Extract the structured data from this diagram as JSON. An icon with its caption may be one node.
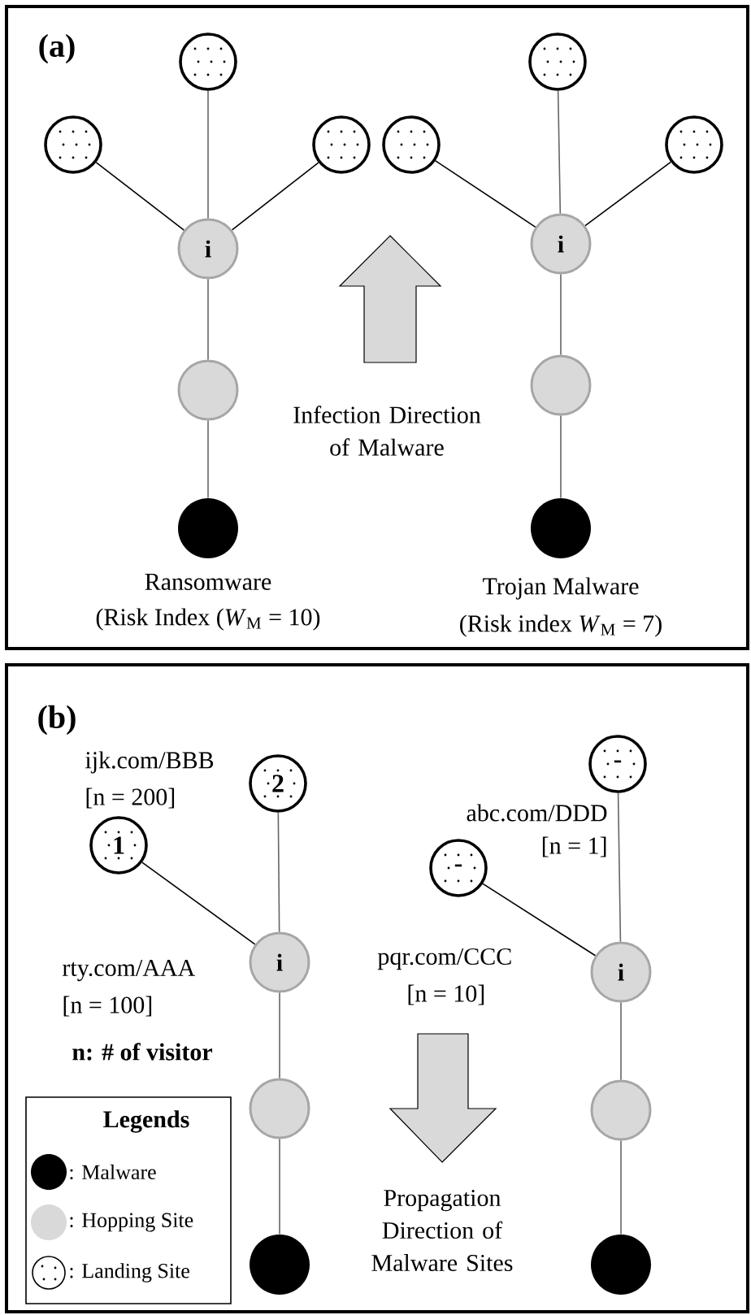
{
  "diagram": {
    "nodes": [
      {
        "text": [
          "(a)"
        ]
      },
      {
        "text": [],
        "shape": "circle",
        "in": 0
      },
      {
        "text": [],
        "shape": "circle",
        "in": 0
      },
      {
        "text": [],
        "shape": "circle",
        "in": 0
      },
      {
        "text": [],
        "shape": "circle",
        "in": 0
      },
      {
        "text": [],
        "shape": "circle",
        "in": 0
      },
      {
        "text": [],
        "shape": "circle",
        "in": 0
      },
      {
        "text": [
          "i"
        ],
        "in": 0
      },
      {
        "text": [
          "i"
        ],
        "in": 0
      },
      {
        "text": [],
        "shape": "circle",
        "in": 0
      },
      {
        "text": [],
        "shape": "circle",
        "in": 0
      },
      {
        "text": [],
        "shape": "circle",
        "in": 0,
        "beside": [
          "Ransomware",
          "(Risk Index (*W*$_{M}$ = 10)"
        ]
      },
      {
        "text": [],
        "shape": "circle",
        "in": 0,
        "beside": [
          "Trojan Malware",
          "(Risk index *W*$_{M}$ = 7)"
        ]
      },
      {
        "text": [
          "(b)"
        ]
      },
      {
        "text": [
          "-"
        ],
        "in": 13,
        "beside": [
          "abc.com/DDD",
          "[n = 1]"
        ]
      },
      {
        "text": [
          "2"
        ],
        "in": 13,
        "beside": [
          "ijk.com/BBB",
          "[n = 200]"
        ]
      },
      {
        "text": [
          "1"
        ],
        "in": 13
      },
      {
        "text": [
          "-"
        ],
        "in": 13,
        "beside": [
          "pqr.com/CCC",
          "[n = 10]"
        ]
      },
      {
        "text": [
          "i"
        ],
        "in": 13,
        "beside": [
          "rty.com/AAA",
          "[n = 100]"
        ]
      },
      {
        "text": [
          "i"
        ],
        "in": 13
      },
      {
        "text": [],
        "shape": "circle",
        "in": 13
      },
      {
        "text": [],
        "shape": "circle",
        "in": 13
      },
      {
        "text": [],
        "shape": "circle",
        "in": 13
      },
      {
        "text": [],
        "shape": "circle",
        "in": 13
      }
    ],
    "edges": [
      {
        "from": 1,
        "to": 7,
        "arrow": "none"
      },
      {
        "from": 3,
        "to": 7,
        "arrow": "none",
        "color": "#000000"
      },
      {
        "from": 4,
        "to": 7,
        "arrow": "none",
        "color": "#000000"
      },
      {
        "from": 7,
        "to": 9,
        "arrow": "none"
      },
      {
        "from": 9,
        "to": 11,
        "arrow": "none"
      },
      {
        "from": 2,
        "to": 8,
        "arrow": "none"
      },
      {
        "from": 5,
        "to": 8,
        "arrow": "none",
        "color": "#000000"
      },
      {
        "from": 6,
        "to": 8,
        "arrow": "none",
        "color": "#000000"
      },
      {
        "from": 8,
        "to": 10,
        "arrow": "none"
      },
      {
        "from": 10,
        "to": 12,
        "arrow": "none"
      },
      {
        "from": 15,
        "to": 18,
        "arrow": "none"
      },
      {
        "from": 16,
        "to": 18,
        "arrow": "none",
        "color": "#000000"
      },
      {
        "from": 18,
        "to": 20,
        "arrow": "none"
      },
      {
        "from": 20,
        "to": 22,
        "arrow": "none"
      },
      {
        "from": 14,
        "to": 19,
        "arrow": "none"
      },
      {
        "from": 17,
        "to": 19,
        "arrow": "none",
        "color": "#000000"
      },
      {
        "from": 19,
        "to": 21,
        "arrow": "none"
      },
      {
        "from": 21,
        "to": 23,
        "arrow": "none"
      }
    ],
    "labels": [
      "Infection Direction of Malware",
      "n: # of visitor",
      "Legends",
      "Propagation Direction of Malware Sites"
    ],
    "legend": [
      {
        "text": ": Malware",
        "color": "#000000"
      },
      {
        "text": ": Hopping Site",
        "color": "#d9d9d9"
      },
      {
        "text": ": Landing Site"
      }
    ]
  }
}
